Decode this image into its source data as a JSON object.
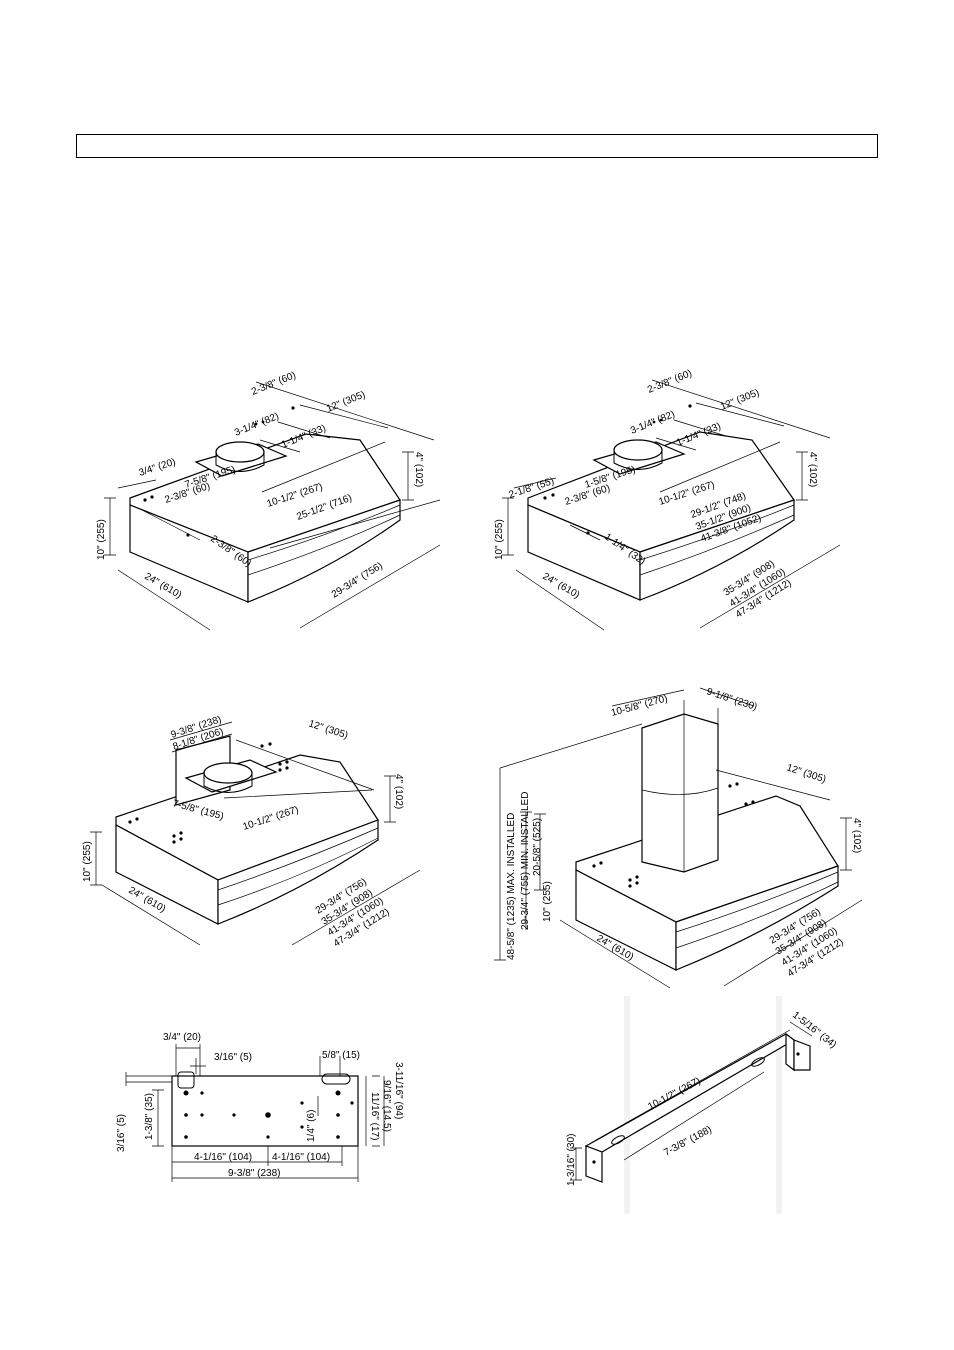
{
  "page": {
    "heading_box_text": ""
  },
  "fig1": {
    "top_width": "12\" (305)",
    "off1": "2-3/8\" (60)",
    "off2": "3-1/4\" (82)",
    "off3": "1-1/4\" (33)",
    "height_top": "4\" (102)",
    "side": "3/4\" (20)",
    "collar": "7-5/8\" (195)",
    "collar_dist": "10-1/2\" (267)",
    "hole1": "2-3/8\" (60)",
    "hole2": "2-3/8\" (60)",
    "inner": "25-1/2\" (716)",
    "height": "10\" (255)",
    "depth": "24\" (610)",
    "width": "29-3/4\" (756)"
  },
  "fig2": {
    "off1": "2-3/8\" (60)",
    "top_width": "12\" (305)",
    "off2": "3-1/4\" (82)",
    "off3": "1-1/4\" (33)",
    "height_top": "4\" (102)",
    "side": "2-1/8\" (55)",
    "collar": "1-5/8\" (195)",
    "collar_dist": "10-1/2\" (267)",
    "hole1": "2-3/8\" (60)",
    "inner1": "29-1/2\" (748)",
    "inner2": "35-1/2\" (900)",
    "inner3": "41-3/8\" (1052)",
    "hole2": "1-1/4\" (32)",
    "height": "10\" (255)",
    "depth": "24\" (610)",
    "w1": "35-3/4\" (908)",
    "w2": "41-3/4\" (1060)",
    "w3": "47-3/4\" (1212)"
  },
  "fig3": {
    "d1": "9-3/8\" (238)",
    "d2": "8-1/8\" (206)",
    "top_width": "12\" (305)",
    "height_top": "4\" (102)",
    "collar": "7-5/8\" (195)",
    "collar_dist": "10-1/2\" (267)",
    "height": "10\" (255)",
    "depth": "24\" (610)",
    "w1": "29-3/4\" (756)",
    "w2": "35-3/4\" (908)",
    "w3": "41-3/4\" (1060)",
    "w4": "47-3/4\" (1212)"
  },
  "fig4": {
    "chimney_w": "10-5/8\" (270)",
    "chimney_d": "9-1/8\" (230)",
    "max_installed": "48-5/8\" (1235) MAX. INSTALLED",
    "min_installed": "29-3/4\" (755) MIN. INSTALLED",
    "chimney_h": "20-5/8\" (525)",
    "height": "10\" (255)",
    "top_width": "12\" (305)",
    "height_top": "4\" (102)",
    "depth": "24\" (610)",
    "w1": "29-3/4\" (756)",
    "w2": "35-3/4\" (908)",
    "w3": "41-3/4\" (1060)",
    "w4": "47-3/4\" (1212)"
  },
  "fig5": {
    "a": "3/4\" (20)",
    "b": "3/16\" (5)",
    "c": "5/8\" (15)",
    "d": "3-11/16\" (94)",
    "e": "9/16\" (14.5)",
    "f": "11/16\" (17)",
    "g": "1/4\" (6)",
    "h": "3/16\" (5)",
    "i": "1-3/8\" (35)",
    "j": "4-1/16\" (104)",
    "k": "4-1/16\" (104)",
    "l": "9-3/8\" (238)"
  },
  "fig6": {
    "length": "10-1/2\" (267)",
    "end": "1-5/16\" (34)",
    "slot": "7-3/8\" (188)",
    "height": "1-3/16\" (30)"
  }
}
